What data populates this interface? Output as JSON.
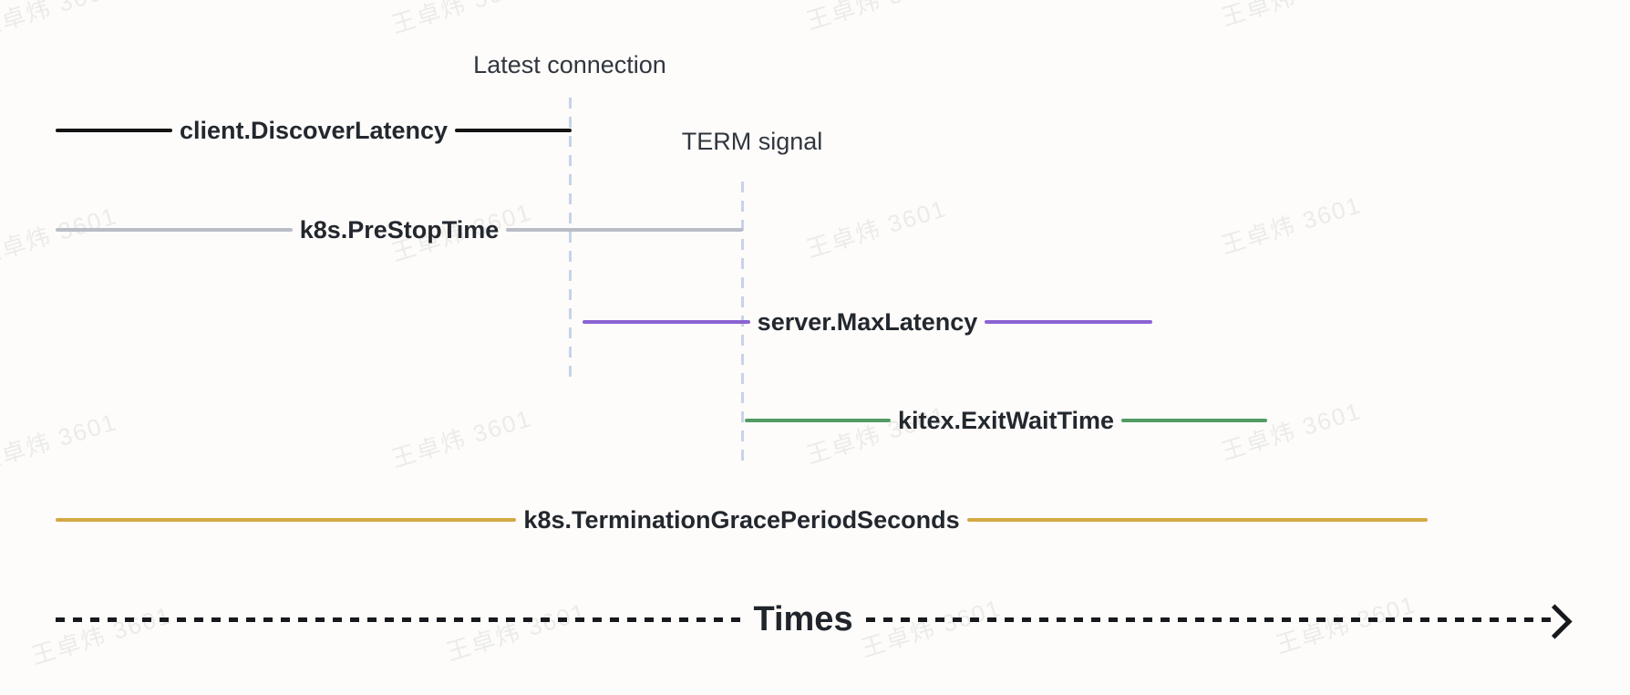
{
  "watermark": {
    "text": "王卓炜 3601"
  },
  "milestones": [
    {
      "id": "latest-connection",
      "label": "Latest connection",
      "color": "#c8d2ec"
    },
    {
      "id": "term-signal",
      "label": "TERM signal",
      "color": "#c8d2ec"
    }
  ],
  "timelines": [
    {
      "id": "client-discover-latency",
      "label": "client.DiscoverLatency",
      "color": "#141414"
    },
    {
      "id": "k8s-prestop-time",
      "label": "k8s.PreStopTime",
      "color": "#b8bdc6"
    },
    {
      "id": "server-max-latency",
      "label": "server.MaxLatency",
      "color": "#8a63d2"
    },
    {
      "id": "kitex-exit-wait-time",
      "label": "kitex.ExitWaitTime",
      "color": "#539b64"
    },
    {
      "id": "k8s-termination-grace-period",
      "label": "k8s.TerminationGracePeriodSeconds",
      "color": "#d4a843"
    }
  ],
  "axis": {
    "label": "Times",
    "color": "#17191d"
  }
}
